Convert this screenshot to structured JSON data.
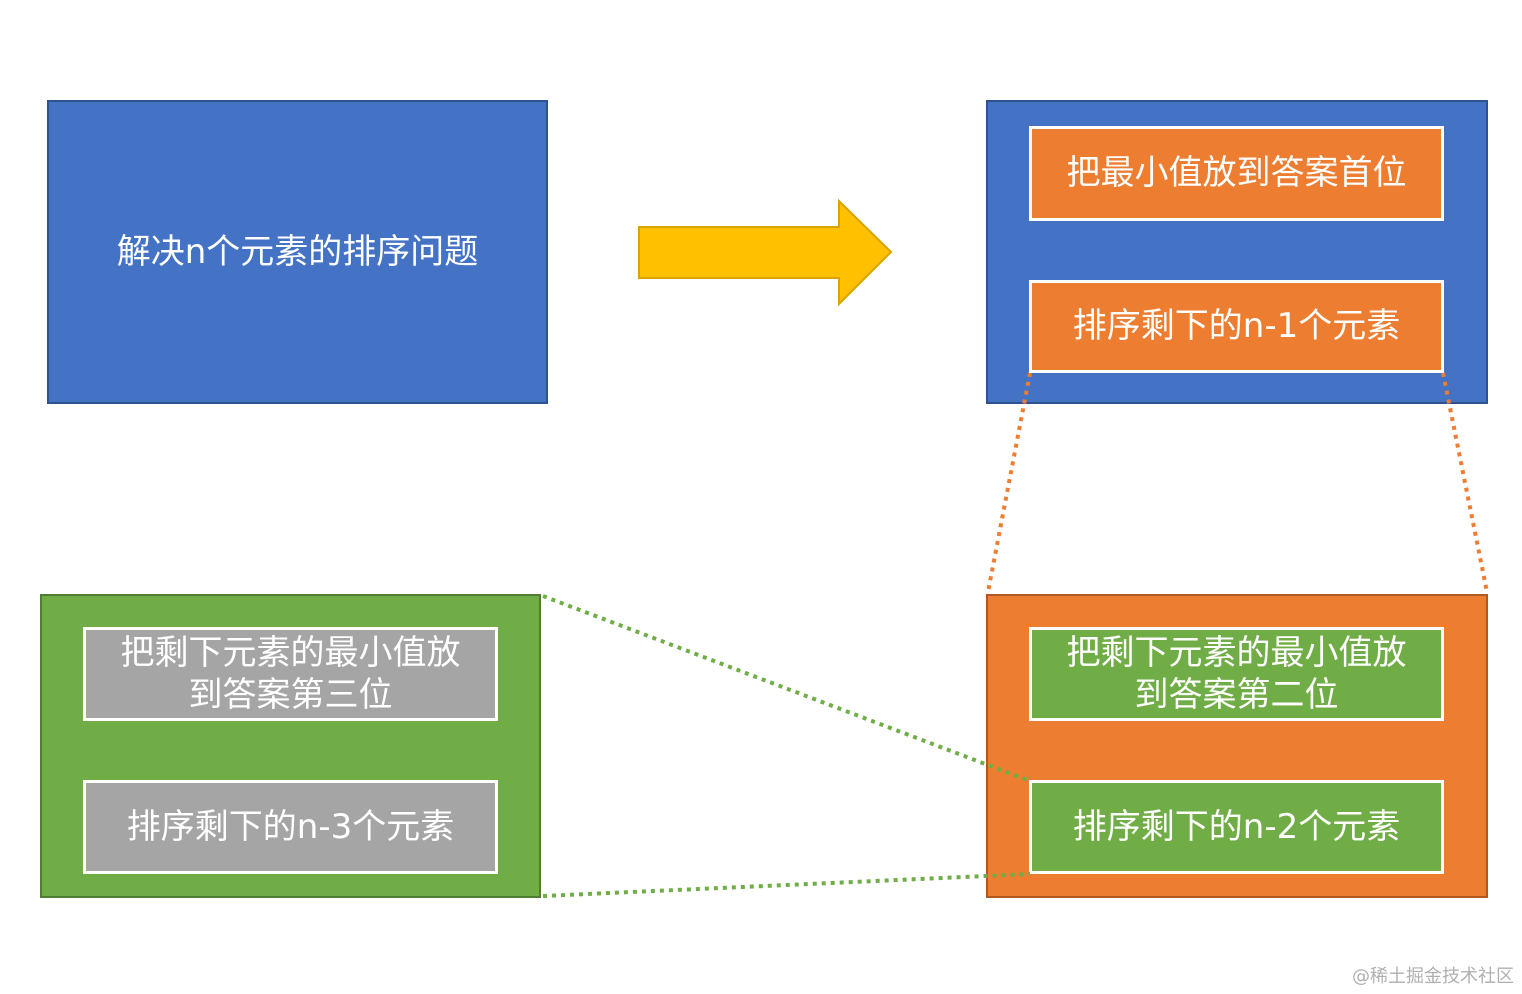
{
  "nodes": {
    "problem": "解决n个元素的排序问题",
    "step1_put_min": "把最小值放到答案首位",
    "step1_sort_rest": "排序剩下的n-1个元素",
    "step2_put_min": "把剩下元素的最小值放\n到答案第二位",
    "step2_sort_rest": "排序剩下的n-2个元素",
    "step3_put_min": "把剩下元素的最小值放\n到答案第三位",
    "step3_sort_rest": "排序剩下的n-3个元素"
  },
  "colors": {
    "blue": "#4472c4",
    "orange": "#ed7d31",
    "green": "#70ad47",
    "gray": "#a5a5a5",
    "arrow": "#ffc000"
  },
  "watermark": "@稀土掘金技术社区"
}
